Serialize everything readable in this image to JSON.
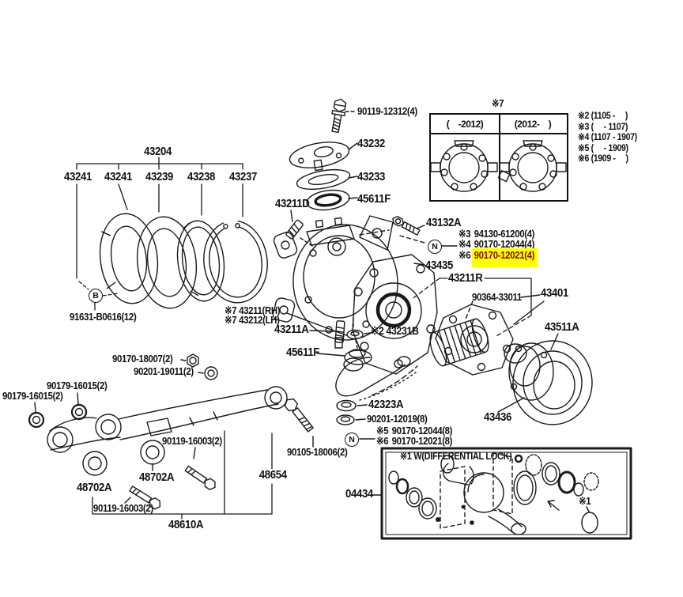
{
  "ref_table": {
    "mark": "※7",
    "columns": [
      "(    -2012)",
      "(2012-    )"
    ]
  },
  "ref_notes": {
    "n2": "※2 (1105 -     )",
    "n3": "※3 (     - 1107)",
    "n4": "※4 (1107 - 1907)",
    "n5": "※5 (     - 1909)",
    "n6": "※6 (1909 -     )"
  },
  "fastener_group_knuckle": {
    "rows": [
      {
        "ref": "※3",
        "num": "94130-61200(4)"
      },
      {
        "ref": "※4",
        "num": "90170-12044(4)"
      },
      {
        "ref": "※6",
        "num": "90170-12021(4)"
      }
    ],
    "highlight_color": "#ffff00",
    "highlight_text_color": "#7b1212"
  },
  "fastener_group_hub": {
    "rows": [
      {
        "ref": "※5",
        "num": "90170-12044(8)"
      },
      {
        "ref": "※6",
        "num": "90170-12021(8)"
      }
    ]
  },
  "labels": {
    "bolt_top": "90119-12312(4)",
    "bearing_cap": "43232",
    "gasket_cap": "43233",
    "bearing_top": "45611F",
    "stud_43211d": "43211D",
    "group_43204": "43204",
    "g43241_a": "43241",
    "g43241_b": "43241",
    "g43239": "43239",
    "g43238": "43238",
    "g43237": "43237",
    "bolt_43132a": "43132A",
    "gasket_43435": "43435",
    "ref_43211r": "43211R",
    "bearing_90364": "90364-33011",
    "spindle_43401": "43401",
    "hub_43511a": "43511A",
    "rotor_43436": "43436",
    "knuckle_rh": "※7 43211(RH)",
    "knuckle_lh": "※7 43212(LH)",
    "stud_43211a": "43211A",
    "bearing_mid": "45611F",
    "arm_43231b": "※2 43231B",
    "bolt_91631": "91631-B0616(12)",
    "nut_90170_18007": "90170-18007(2)",
    "washer_90201_19011": "90201-19011(2)",
    "nut_90179_a": "90179-16015(2)",
    "nut_90179_b": "90179-16015(2)",
    "washer_42323a": "42323A",
    "washer_90201_12019": "90201-12019(8)",
    "bolt_90105": "90105-18006(2)",
    "kit_04434": "04434",
    "bolt_90119_16003_a": "90119-16003(2)",
    "bolt_90119_16003_b": "90119-16003(2)",
    "bush_48702a_left": "48702A",
    "bush_48702a_mid": "48702A",
    "shock_48654": "48654",
    "arm_48610a": "48610A"
  },
  "symbols": {
    "b_mark": "B",
    "n_mark_upper": "N",
    "n_mark_lower": "N"
  },
  "diff_box": {
    "title": "※1 W(DIFFERENTIAL LOCK)",
    "mark": "※1"
  }
}
